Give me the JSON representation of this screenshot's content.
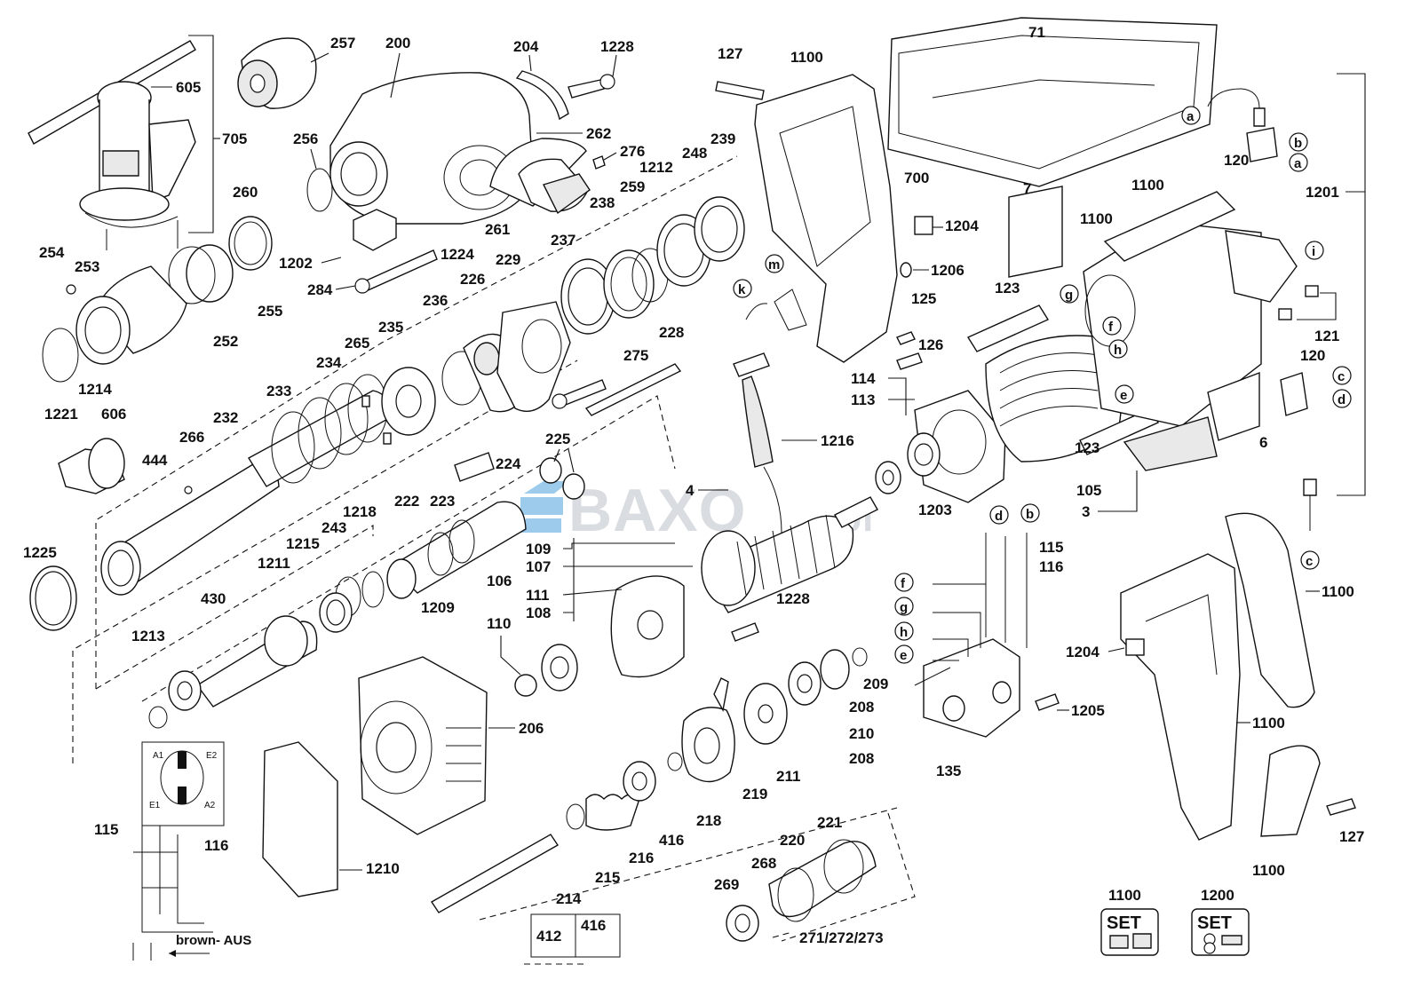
{
  "watermark": "BAXO",
  "watermark_suffix": ".pl",
  "labels": {
    "l605": "605",
    "l705": "705",
    "l257": "257",
    "l200": "200",
    "l204": "204",
    "l1228a": "1228",
    "l256": "256",
    "l262": "262",
    "l276": "276",
    "l239": "239",
    "l248": "248",
    "l1212": "1212",
    "l260": "260",
    "l259": "259",
    "l238": "238",
    "l237": "237",
    "l261": "261",
    "l1224": "1224",
    "l1202": "1202",
    "l284": "284",
    "l254": "254",
    "l253": "253",
    "l255": "255",
    "l252": "252",
    "l229": "229",
    "l226": "226",
    "l236": "236",
    "l235": "235",
    "l265": "265",
    "l234": "234",
    "l233": "233",
    "l232": "232",
    "l266": "266",
    "l1214": "1214",
    "l1221": "1221",
    "l606": "606",
    "l444": "444",
    "l275": "275",
    "l228": "228",
    "l225": "225",
    "l224": "224",
    "l222": "222",
    "l223": "223",
    "l1218": "1218",
    "l243": "243",
    "l1215": "1215",
    "l1211": "1211",
    "l1225": "1225",
    "l430": "430",
    "l1213": "1213",
    "l1209": "1209",
    "l127a": "127",
    "l1100a": "1100",
    "l1216": "1216",
    "l4": "4",
    "l1204a": "1204",
    "l1206": "1206",
    "l125": "125",
    "l126": "126",
    "l114": "114",
    "l113": "113",
    "l1203": "1203",
    "l109": "109",
    "l107": "107",
    "l106": "106",
    "l111": "111",
    "l108": "108",
    "l110": "110",
    "l1228b": "1228",
    "l206": "206",
    "l1210": "1210",
    "l71": "71",
    "l700": "700",
    "l7": "7",
    "l1100b": "1100",
    "l1100c": "1100",
    "l123a": "123",
    "l123b": "123",
    "l105": "105",
    "l3": "3",
    "l6": "6",
    "l120a": "120",
    "l120b": "120",
    "l1201": "1201",
    "l121": "121",
    "l115a": "115",
    "l116a": "116",
    "l209": "209",
    "l208a": "208",
    "l210": "210",
    "l208b": "208",
    "l211": "211",
    "l219": "219",
    "l218": "218",
    "l416": "416",
    "l216": "216",
    "l215": "215",
    "l214": "214",
    "l221": "221",
    "l220": "220",
    "l268": "268",
    "l269": "269",
    "l27x": "271/272/273",
    "l412": "412",
    "l416b": "416",
    "l1205": "1205",
    "l135": "135",
    "l1204b": "1204",
    "l1100d": "1100",
    "l1100e": "1100",
    "l1100f": "1100",
    "l127b": "127",
    "l115b": "115",
    "l116b": "116",
    "l1100set": "1100",
    "l1200set": "1200"
  },
  "callouts": {
    "a1": "a",
    "b1": "b",
    "a2": "a",
    "i": "i",
    "g": "g",
    "f1": "f",
    "h1": "h",
    "e1": "e",
    "c1": "c",
    "d1": "d",
    "c2": "c",
    "k": "k",
    "m": "m",
    "d2": "d",
    "b2": "b",
    "f2": "f",
    "g2": "g",
    "h2": "h",
    "e2": "e"
  },
  "wiring": {
    "a1": "A1",
    "e2": "E2",
    "e1": "E1",
    "a2": "A2",
    "note": "brown- AUS"
  },
  "set_badges": {
    "set1": "SET",
    "set2": "SET"
  }
}
